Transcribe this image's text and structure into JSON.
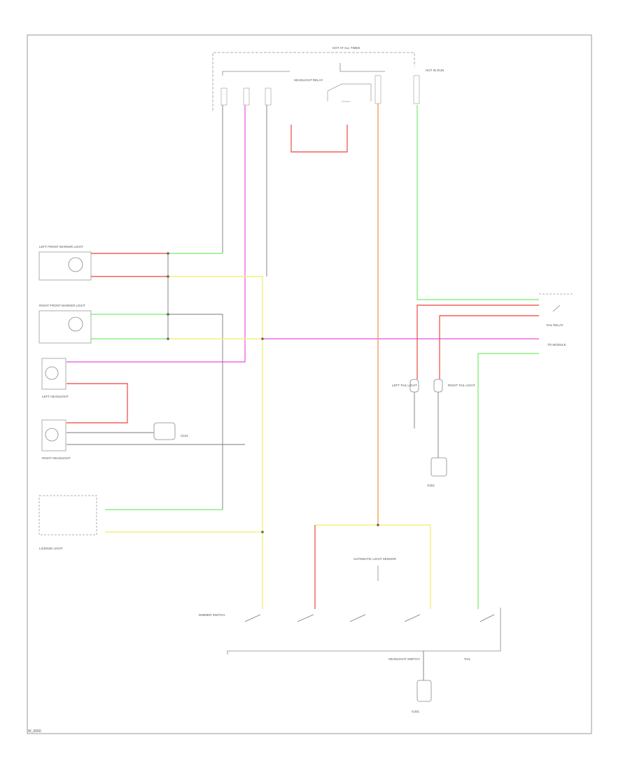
{
  "diagram": {
    "figure_id": "W_0000",
    "colors": {
      "red": "#f0605c",
      "pink": "#f06ae8",
      "green": "#8cf080",
      "orange": "#f2a060",
      "yellow": "#f2f07a",
      "grey": "#7a7a7a",
      "border": "#999999"
    },
    "labels": {
      "fuse_box": "HOT AT ALL TIMES",
      "hot_run": "HOT IN RUN",
      "headlight_relay": "HEADLIGHT RELAY",
      "left_front_marker": "LEFT FRONT MARKER LIGHT",
      "right_front_marker": "RIGHT FRONT MARKER LIGHT",
      "left_headlight": "LEFT HEADLIGHT",
      "right_headlight": "RIGHT HEADLIGHT",
      "ground_g1": "G101",
      "license_light": "LICENSE LIGHT",
      "left_tail": "LEFT TAIL LIGHT",
      "right_tail": "RIGHT TAIL LIGHT",
      "ground_g2": "G301",
      "auto_light_sensor": "AUTOMATIC LIGHT SENSOR",
      "tail_switch": "TAIL",
      "headlight_switch": "HEADLIGHT SWITCH",
      "dimmer_switch": "DIMMER SWITCH",
      "ground_g3": "G401",
      "tail_relay": "TAIL RELAY",
      "to_module": "TO MODULE"
    }
  }
}
